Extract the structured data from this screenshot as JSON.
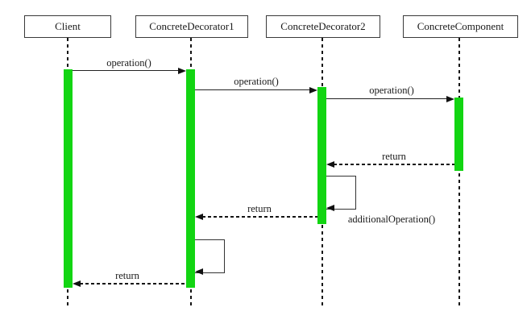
{
  "diagram": {
    "type": "uml-sequence-diagram",
    "actors": [
      {
        "label": "Client"
      },
      {
        "label": "ConcreteDecorator1"
      },
      {
        "label": "ConcreteDecorator2"
      },
      {
        "label": "ConcreteComponent"
      }
    ],
    "messages": [
      {
        "label": "operation()",
        "from": "Client",
        "to": "ConcreteDecorator1",
        "type": "call"
      },
      {
        "label": "operation()",
        "from": "ConcreteDecorator1",
        "to": "ConcreteDecorator2",
        "type": "call"
      },
      {
        "label": "operation()",
        "from": "ConcreteDecorator2",
        "to": "ConcreteComponent",
        "type": "call"
      },
      {
        "label": "return",
        "from": "ConcreteComponent",
        "to": "ConcreteDecorator2",
        "type": "return"
      },
      {
        "label": "additionalOperation()",
        "from": "ConcreteDecorator2",
        "to": "ConcreteDecorator2",
        "type": "self-call"
      },
      {
        "label": "return",
        "from": "ConcreteDecorator2",
        "to": "ConcreteDecorator1",
        "type": "return"
      },
      {
        "label": "",
        "from": "ConcreteDecorator1",
        "to": "ConcreteDecorator1",
        "type": "self-call"
      },
      {
        "label": "return",
        "from": "ConcreteDecorator1",
        "to": "Client",
        "type": "return"
      }
    ],
    "colors": {
      "activation": "#12d512",
      "line": "#222222",
      "background": "#ffffff"
    }
  }
}
